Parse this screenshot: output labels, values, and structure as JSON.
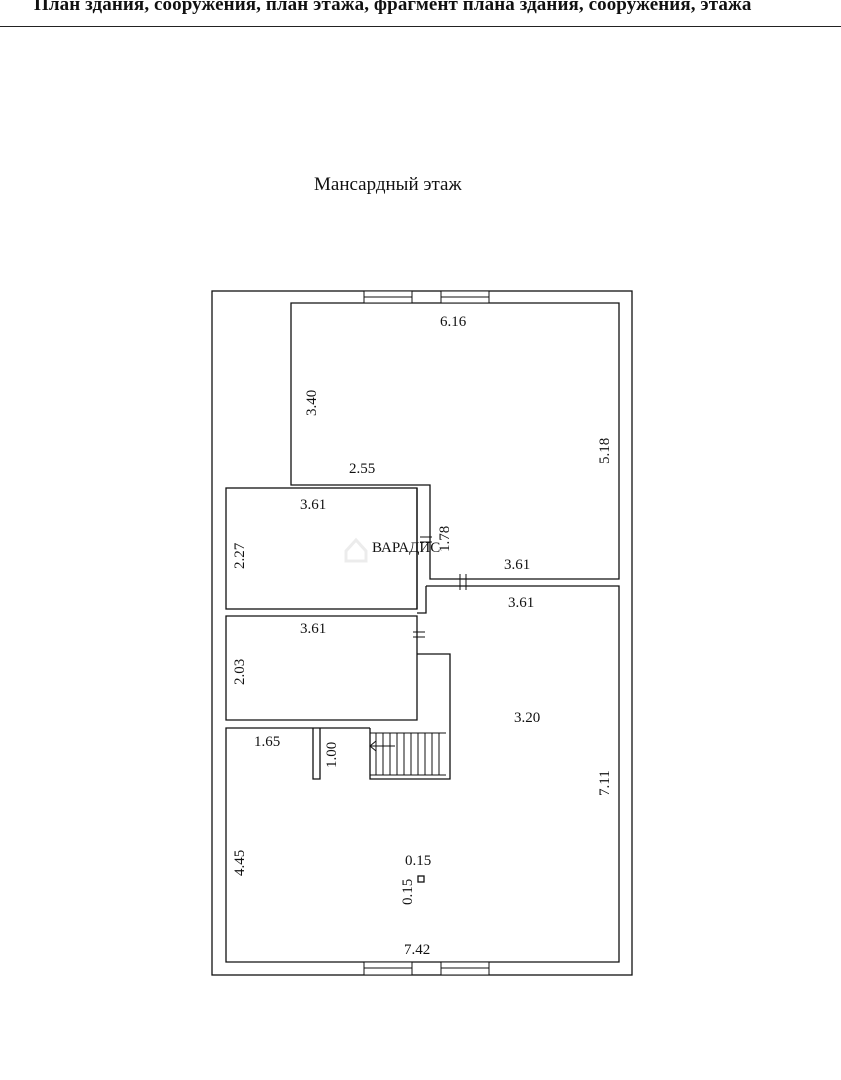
{
  "document": {
    "header": "План здания, сооружения, план этажа, фрагмент плана здания, сооружения, этажа",
    "floor_title": "Мансардный этаж",
    "watermark": "ВАРАДИС"
  },
  "dimensions": {
    "top_room_width": "6.16",
    "top_room_left_height": "3.40",
    "top_room_right_height": "5.18",
    "top_room_step_width": "2.55",
    "room_a_width": "3.61",
    "room_a_height": "2.27",
    "corridor_length": "1.78",
    "top_room_bottom_width": "3.61",
    "bottom_room_top_width": "3.61",
    "room_b_width": "3.61",
    "room_b_height": "2.03",
    "bottom_room_inner": "3.20",
    "bottom_room_right_height": "7.11",
    "closet_width": "1.65",
    "closet_depth": "1.00",
    "bottom_room_left_height": "4.45",
    "column_width": "0.15",
    "column_depth": "0.15",
    "bottom_room_width": "7.42"
  }
}
